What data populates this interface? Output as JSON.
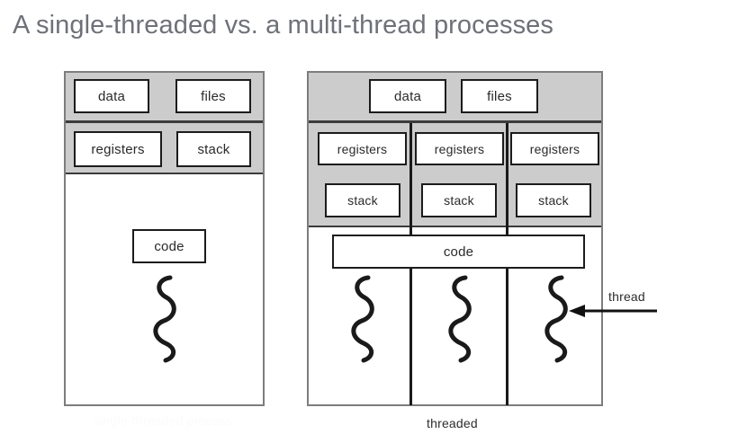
{
  "title": "A single-threaded vs. a multi-thread processes",
  "colors": {
    "title": "#6f7179",
    "band_gray": "#cccccc",
    "box_border": "#7d7d7d",
    "cell_border": "#1c1c1c",
    "ink": "#2a2a2a",
    "page_bg": "#ffffff"
  },
  "single_process": {
    "caption": "single-threaded process",
    "shared_region_cells": [
      {
        "label": "data"
      },
      {
        "label": "files"
      }
    ],
    "thread_region_cells": [
      {
        "label": "registers"
      },
      {
        "label": "stack"
      }
    ],
    "code_cell": {
      "label": "code"
    },
    "thread_count": 1,
    "thread_icon": "squiggle-thread-icon"
  },
  "multi_process": {
    "caption": "threaded",
    "shared_region_cells": [
      {
        "label": "data"
      },
      {
        "label": "files"
      }
    ],
    "columns": [
      {
        "registers": "registers",
        "stack": "stack"
      },
      {
        "registers": "registers",
        "stack": "stack"
      },
      {
        "registers": "registers",
        "stack": "stack"
      }
    ],
    "code_cell": {
      "label": "code"
    },
    "thread_count": 3,
    "thread_icon": "squiggle-thread-icon",
    "annotation": {
      "label": "thread",
      "arrow_icon": "arrow-left-icon"
    }
  }
}
